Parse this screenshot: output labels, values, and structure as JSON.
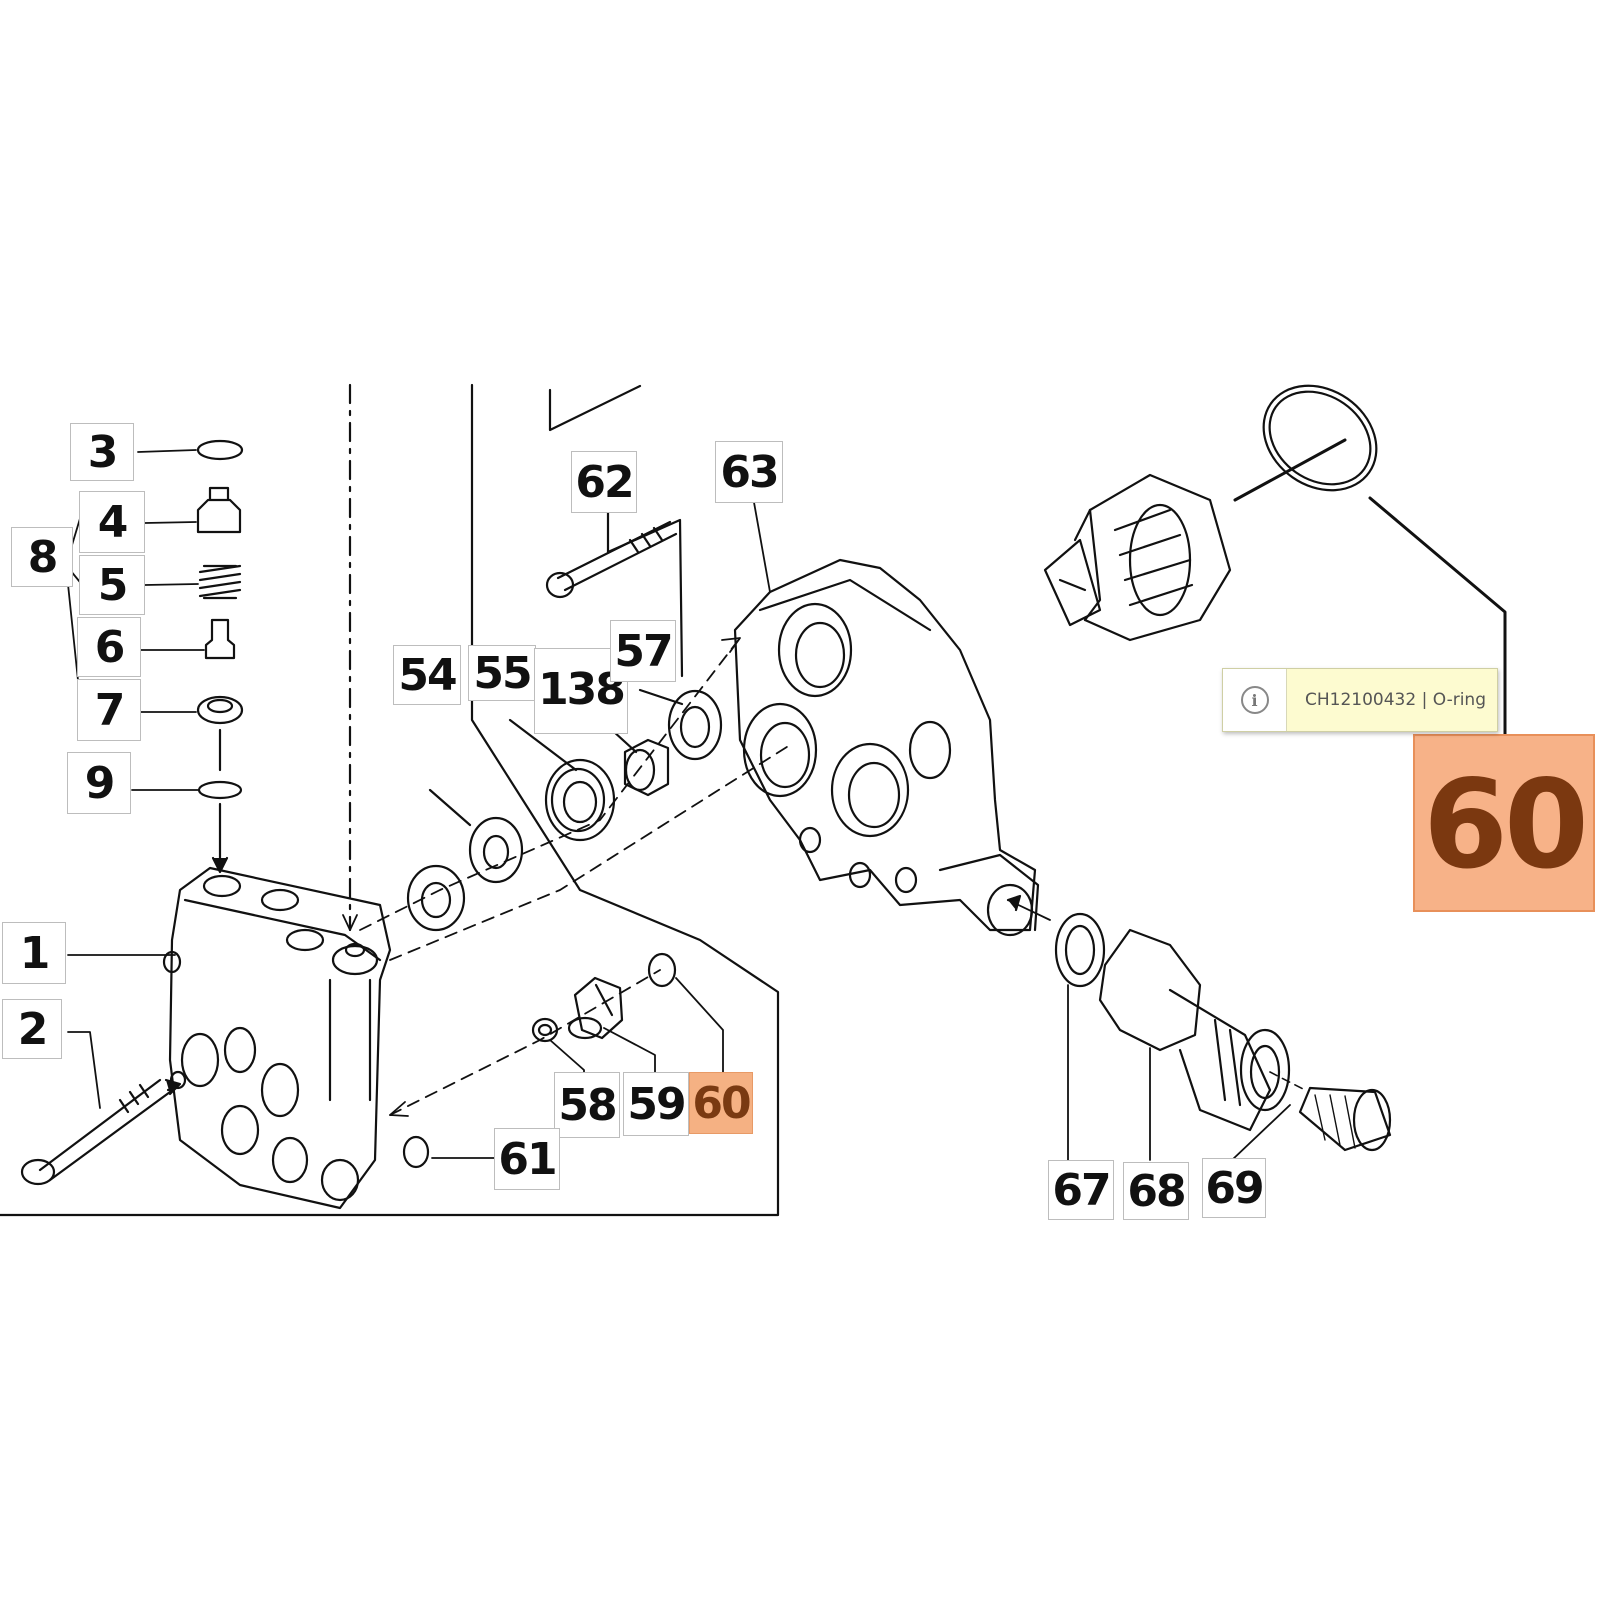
{
  "part_labels": [
    "3",
    "4",
    "5",
    "6",
    "7",
    "8",
    "9",
    "1",
    "2",
    "54",
    "55",
    "138",
    "57",
    "62",
    "63",
    "58",
    "59",
    "60",
    "61",
    "67",
    "68",
    "69"
  ],
  "highlighted_part": "60",
  "callout": {
    "part": "60"
  },
  "tooltip": {
    "icon": "info-icon",
    "glyph": "i",
    "text": "CH12100432 | O-ring"
  },
  "colors": {
    "highlight_fill": "#f5b183",
    "highlight_text": "#7a3a12",
    "tooltip_bg": "#fdfbd0"
  }
}
